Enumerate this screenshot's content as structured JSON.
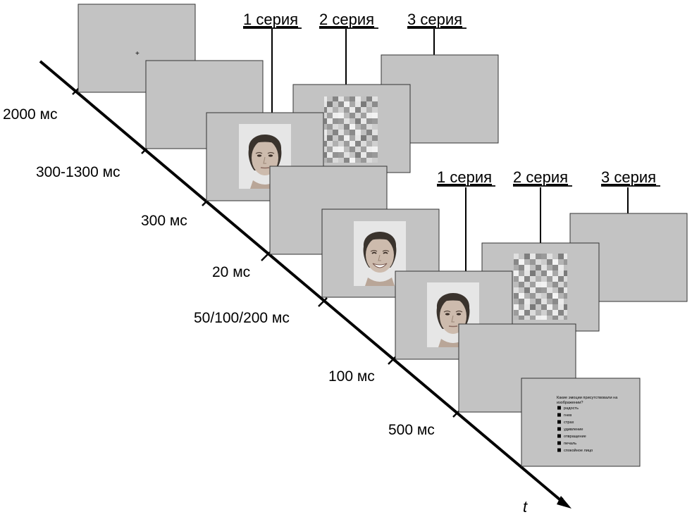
{
  "time_labels": {
    "t0": "2000 мс",
    "t1": "300-1300 мс",
    "t2": "300 мс",
    "t3": "20 мс",
    "t4": "50/100/200 мс",
    "t5": "100 мс",
    "t6": "500 мс"
  },
  "axis_label": "t",
  "top_group": {
    "s1": "1 серия",
    "s2": "2 серия",
    "s3": "3 серия"
  },
  "bottom_group": {
    "s1": "1 серия",
    "s2": "2 серия",
    "s3": "3 серия"
  },
  "fixation": "+",
  "question": {
    "line1": "Какие эмоции присутствовали на",
    "line2": "изображении?",
    "options": [
      "радость",
      "гнев",
      "страх",
      "удивление",
      "отвращение",
      "печаль",
      "спокойное лицо"
    ]
  },
  "colors": {
    "screen_fill": "#c3c3c3",
    "screen_stroke": "#333333",
    "photo_bg": "#e6e6e6"
  }
}
